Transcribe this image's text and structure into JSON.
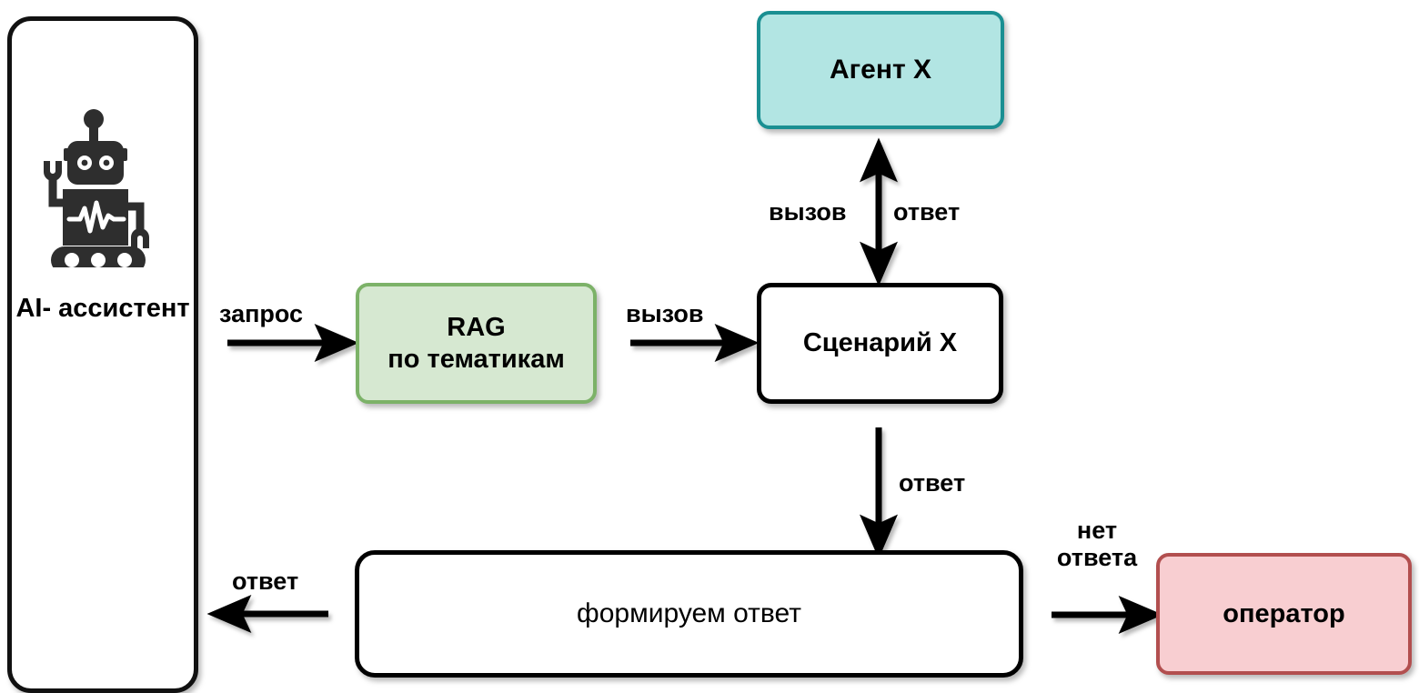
{
  "diagram": {
    "title": "AI-assistant scenario routing flow",
    "background": "#ffffff",
    "nodes": {
      "assistant": {
        "label": "AI-\nассистент",
        "icon": "robot-icon",
        "fill": "#ffffff",
        "border": "#111111"
      },
      "agent": {
        "label": "Агент X",
        "fill": "#b2e5e3",
        "border": "#1a8f92"
      },
      "rag": {
        "label": "RAG\nпо тематикам",
        "fill": "#d6e8d1",
        "border": "#7cb268"
      },
      "scenario": {
        "label": "Сценарий X",
        "fill": "#ffffff",
        "border": "#000000"
      },
      "form_answer": {
        "label": "формируем ответ",
        "fill": "#ffffff",
        "border": "#000000"
      },
      "operator": {
        "label": "оператор",
        "fill": "#f8ced1",
        "border": "#b24f4f"
      }
    },
    "edges": {
      "assistant_to_rag": {
        "label": "запрос",
        "direction": "right"
      },
      "rag_to_scenario": {
        "label": "вызов",
        "direction": "right"
      },
      "scenario_to_agent_call": {
        "label": "вызов",
        "direction": "up"
      },
      "agent_to_scenario_answer": {
        "label": "ответ",
        "direction": "down"
      },
      "scenario_to_form_answer": {
        "label": "ответ",
        "direction": "down"
      },
      "form_answer_to_assistant": {
        "label": "ответ",
        "direction": "left"
      },
      "form_answer_to_operator": {
        "label": "нет\nответа",
        "direction": "right"
      }
    },
    "colors": {
      "arrow": "#000000",
      "text": "#000000",
      "teal_fill": "#b2e5e3",
      "teal_border": "#1a8f92",
      "green_fill": "#d6e8d1",
      "green_border": "#7cb268",
      "pink_fill": "#f8ced1",
      "pink_border": "#b24f4f"
    }
  }
}
